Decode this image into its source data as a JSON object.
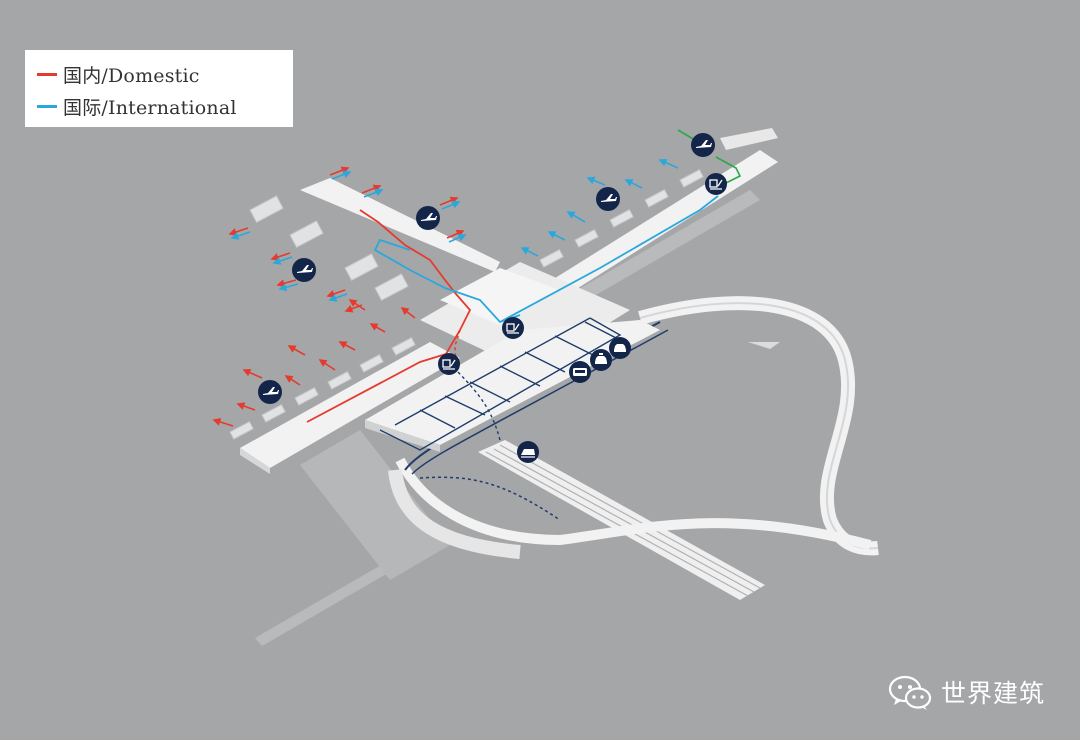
{
  "legend": {
    "items": [
      {
        "label": "国内/Domestic",
        "color": "#e63a2e"
      },
      {
        "label": "国际/International",
        "color": "#2aa8dc"
      }
    ]
  },
  "colors": {
    "background": "#a5a6a8",
    "structure": "#f2f2f2",
    "structure_shadow": "#c9cacc",
    "icon_circle": "#13264a",
    "road_outline": "#1f3d6b",
    "transfer_line": "#2aa84a",
    "domestic": "#e63a2e",
    "international": "#2aa8dc"
  },
  "icons": [
    "airplane-icon",
    "airplane-icon",
    "airplane-icon",
    "airplane-icon",
    "airplane-icon",
    "baggage-claim-icon",
    "baggage-claim-icon",
    "baggage-claim-icon",
    "car-icon",
    "taxi-icon",
    "bus-icon",
    "train-icon"
  ],
  "watermark": {
    "text": "世界建筑",
    "icon": "wechat-icon"
  }
}
